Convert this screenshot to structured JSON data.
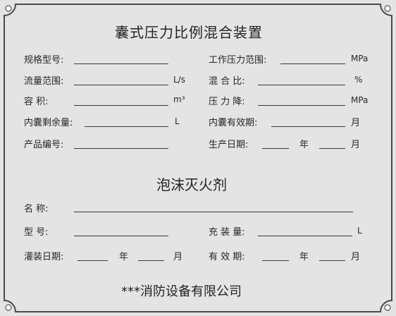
{
  "plate": {
    "title": "囊式压力比例混合装置",
    "fields": {
      "model_label": "规格型号:",
      "work_pressure_label": "工作压力范围:",
      "work_pressure_unit": "MPa",
      "flow_label": "流量范围:",
      "flow_unit": "L/s",
      "mix_ratio_label": "混 合 比:",
      "mix_ratio_unit": "%",
      "volume_label": "容    积:",
      "volume_unit": "m³",
      "pressure_drop_label": "压 力 降:",
      "pressure_drop_unit": "MPa",
      "bladder_residual_label": "内囊剩余量:",
      "bladder_residual_unit": "L",
      "bladder_validity_label": "内囊有效期:",
      "bladder_validity_unit": "月",
      "product_no_label": "产品编号:",
      "production_date_label": "生产日期:",
      "year": "年",
      "month": "月"
    }
  },
  "agent": {
    "section_title": "泡沫灭火剂",
    "name_label": "名    称:",
    "type_label": "型    号:",
    "fill_amount_label": "充 装 量:",
    "fill_amount_unit": "L",
    "fill_date_label": "灌装日期:",
    "validity_label": "有 效 期:",
    "year": "年",
    "month": "月"
  },
  "company": "***消防设备有限公司"
}
